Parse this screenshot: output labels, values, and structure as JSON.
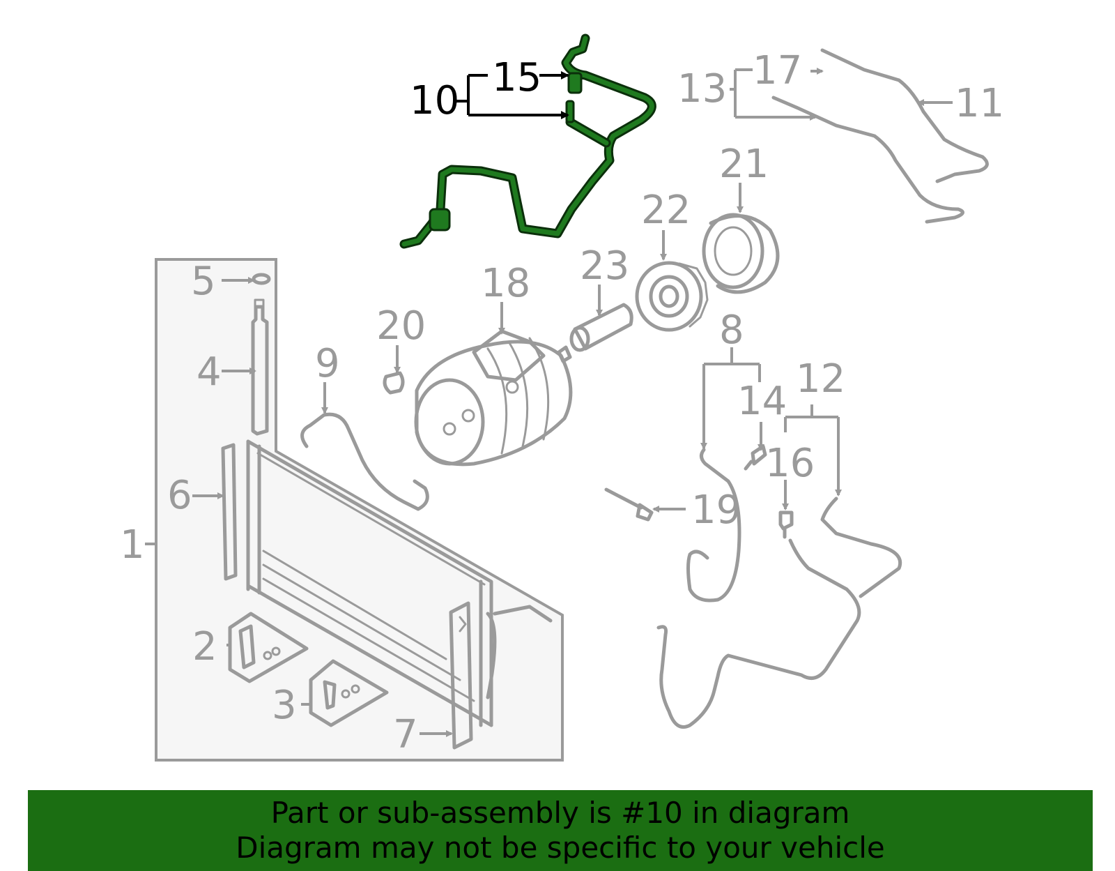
{
  "highlighted_part": "10",
  "colors": {
    "highlight": "#1b6e12",
    "parts": "#9a9a9a",
    "banner": "#1b6e12",
    "banner_text": "#000000"
  },
  "callouts": {
    "c1": "1",
    "c2": "2",
    "c3": "3",
    "c4": "4",
    "c5": "5",
    "c6": "6",
    "c7": "7",
    "c8": "8",
    "c9": "9",
    "c10": "10",
    "c11": "11",
    "c12": "12",
    "c13": "13",
    "c14": "14",
    "c15": "15",
    "c16": "16",
    "c17": "17",
    "c18": "18",
    "c19": "19",
    "c20": "20",
    "c21": "21",
    "c22": "22",
    "c23": "23"
  },
  "footer": {
    "line1": "Part or sub-assembly is #10 in diagram",
    "line2": "Diagram may not be specific to your vehicle"
  }
}
